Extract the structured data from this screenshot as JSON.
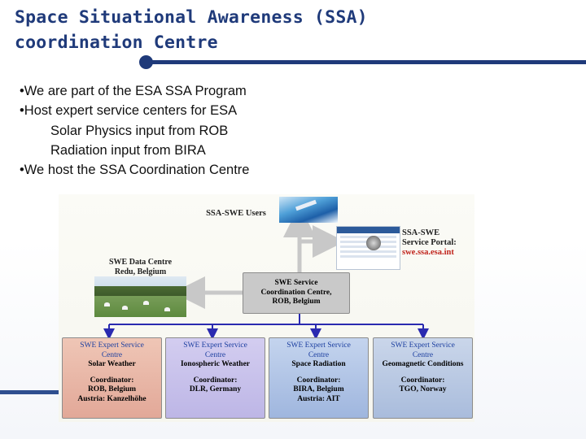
{
  "slide": {
    "title_line1": "Space Situational Awareness (SSA)",
    "title_line2": "coordination Centre",
    "bullets": [
      "•We are part of the ESA SSA Program",
      "•Host expert service centers for ESA",
      "Solar Physics input from ROB",
      "Radiation input from BIRA",
      "•We host the SSA Coordination Centre"
    ]
  },
  "diagram": {
    "users_label": "SSA-SWE Users",
    "portal": {
      "line1": "SSA-SWE",
      "line2": "Service Portal:",
      "url": "swe.ssa.esa.int"
    },
    "data_centre": {
      "line1": "SWE Data Centre",
      "line2": "Redu, Belgium"
    },
    "coordination": {
      "line1": "SWE Service",
      "line2": "Coordination Centre,",
      "line3": "ROB, Belgium"
    },
    "centres": [
      {
        "line1": "SWE Expert Service",
        "line2": "Centre",
        "line3": "Solar Weather",
        "coord_label": "Coordinator:",
        "coord1": "ROB, Belgium",
        "coord2": "Austria: Kanzelhöhe",
        "color": "#e9b7a8"
      },
      {
        "line1": "SWE Expert Service",
        "line2": "Centre",
        "line3": "Ionospheric Weather",
        "coord_label": "Coordinator:",
        "coord1": "DLR, Germany",
        "coord2": "",
        "color": "#c9c3ea"
      },
      {
        "line1": "SWE Expert Service",
        "line2": "Centre",
        "line3": "Space Radiation",
        "coord_label": "Coordinator:",
        "coord1": "BIRA, Belgium",
        "coord2": "Austria: AIT",
        "color": "#b4c6e6"
      },
      {
        "line1": "SWE Expert Service",
        "line2": "Centre",
        "line3": "Geomagnetic Conditions",
        "coord_label": "Coordinator:",
        "coord1": "TGO, Norway",
        "coord2": "",
        "color": "#b9c9e3"
      }
    ],
    "accent_color": "#1f3a7a",
    "arrow_color": "#2a2ab0",
    "url_color": "#c0241c"
  }
}
